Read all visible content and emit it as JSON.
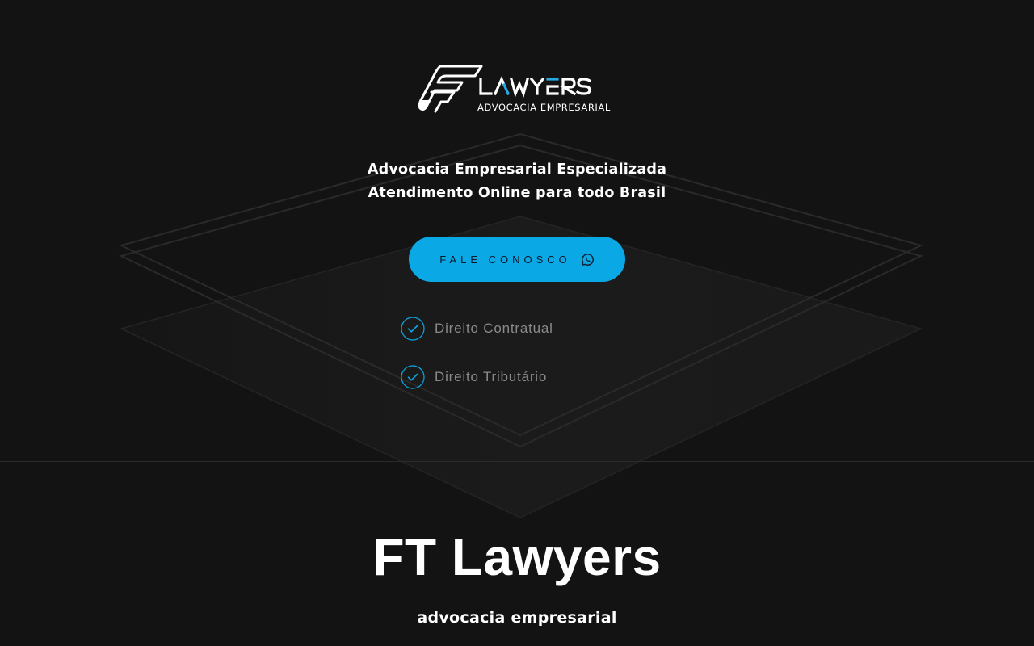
{
  "logo": {
    "mark": "FT",
    "wordmark": "LAWYERS",
    "subtitle": "ADVOCACIA EMPRESARIAL",
    "accent_color": "#29a8e0"
  },
  "hero": {
    "tagline_line1": "Advocacia Empresarial Especializada",
    "tagline_line2": "Atendimento Online para todo Brasil",
    "cta": {
      "label": "FALE CONOSCO",
      "icon": "whatsapp-icon",
      "color": "#0aa9e6"
    },
    "features": [
      {
        "label": "Direito Contratual",
        "icon": "check-circle-icon"
      },
      {
        "label": "Direito Tributário",
        "icon": "check-circle-icon"
      }
    ]
  },
  "brand": {
    "title": "FT Lawyers",
    "subtitle": "advocacia empresarial"
  },
  "colors": {
    "background": "#131313",
    "accent": "#0aa9e6",
    "divider": "#2b2b2b",
    "muted_text": "#8a8a8a"
  }
}
